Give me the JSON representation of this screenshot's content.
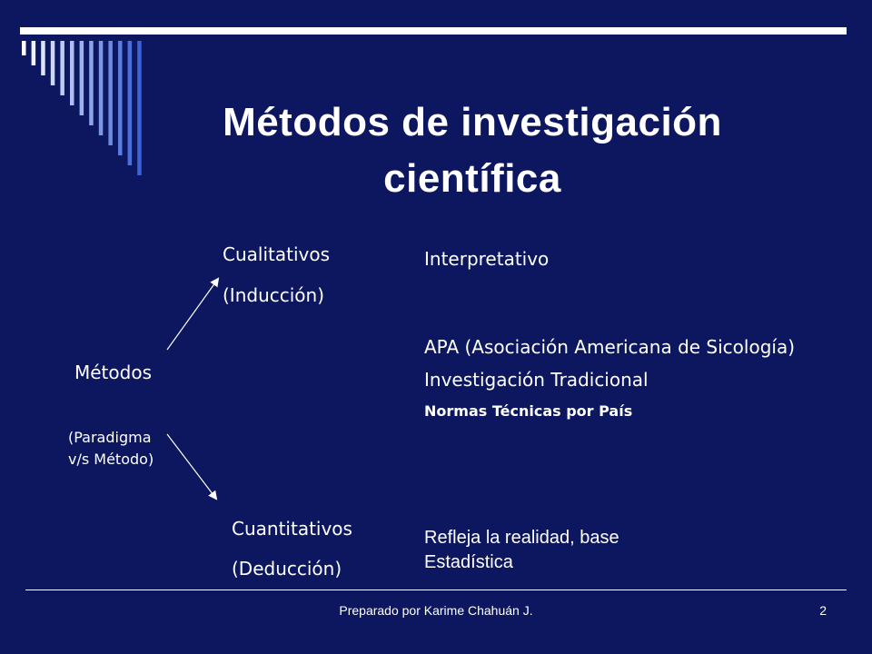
{
  "slide": {
    "title_line1": "Métodos de investigación",
    "title_line2": "científica"
  },
  "diagram": {
    "root_label": "Métodos",
    "root_note_line1": "(Paradigma",
    "root_note_line2": "v/s Método)",
    "branch_qualitative": {
      "label": "Cualitativos",
      "sub": "(Inducción)",
      "items": [
        "Interpretativo",
        "APA (Asociación Americana de Sicología)",
        "Investigación Tradicional",
        "Normas Técnicas por País"
      ]
    },
    "branch_quantitative": {
      "label": "Cuantitativos",
      "sub": "(Deducción)",
      "description_line1": "Refleja la realidad, base",
      "description_line2": "Estadística"
    }
  },
  "footer": {
    "text": "Preparado por Karime Chahuán J.",
    "page_number": "2"
  },
  "colors": {
    "background": "#0d1760",
    "text": "#ffffff",
    "accent_bar": "#3b63d8"
  }
}
